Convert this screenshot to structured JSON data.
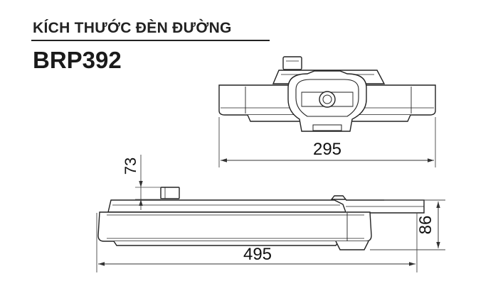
{
  "header": {
    "title": "KÍCH THƯỚC ĐÈN ĐƯỜNG",
    "model": "BRP392"
  },
  "dimensions": {
    "width_label": "295",
    "bulge_label": "73",
    "length_label": "495",
    "height_label": "86"
  },
  "colors": {
    "outline": "#222222",
    "fill": "#ffffff",
    "dim_line": "#444444"
  }
}
